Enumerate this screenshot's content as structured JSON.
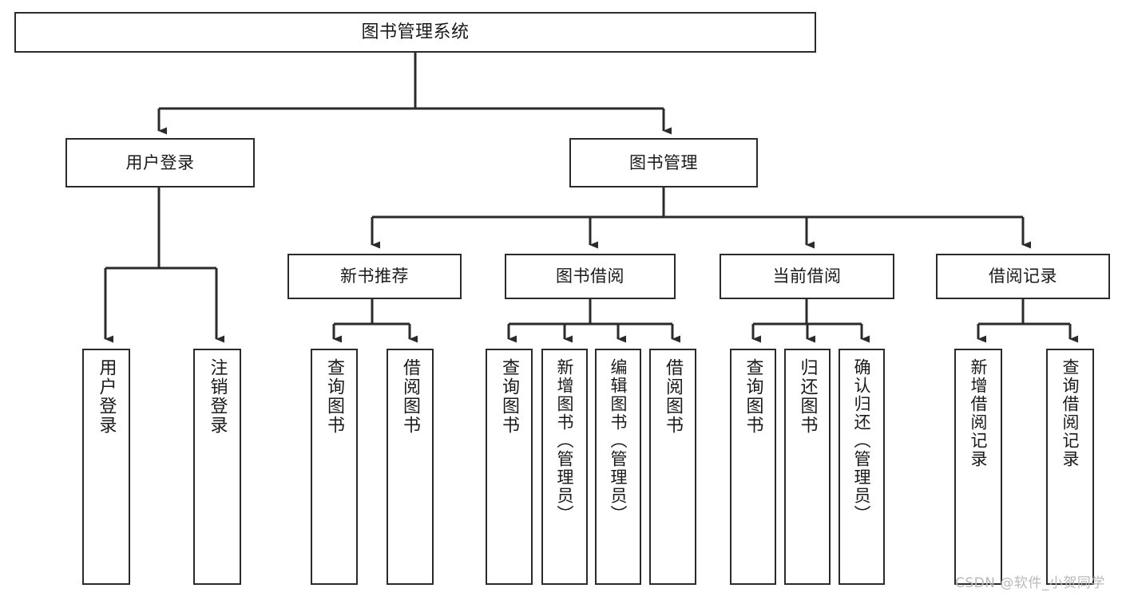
{
  "diagram": {
    "title": "图书管理系统",
    "type": "function-structure-tree",
    "watermark": "CSDN @软件_小贺同学",
    "colors": {
      "stroke": "#2b2b2b",
      "fill": "#ffffff",
      "text": "#1a1a1a",
      "watermark": "#b9b9b9"
    },
    "root": {
      "label": "图书管理系统"
    },
    "level2": [
      {
        "label": "用户登录"
      },
      {
        "label": "图书管理"
      }
    ],
    "level3": [
      {
        "label": "新书推荐"
      },
      {
        "label": "图书借阅"
      },
      {
        "label": "当前借阅"
      },
      {
        "label": "借阅记录"
      }
    ],
    "leaves": {
      "user_login": [
        {
          "label": "用户登录"
        },
        {
          "label": "注销登录"
        }
      ],
      "new_book": [
        {
          "label": "查询图书"
        },
        {
          "label": "借阅图书"
        }
      ],
      "book_borrow": [
        {
          "label": "查询图书"
        },
        {
          "label": "新增图书（管理员）"
        },
        {
          "label": "编辑图书（管理员）"
        },
        {
          "label": "借阅图书"
        }
      ],
      "current_borrow": [
        {
          "label": "查询图书"
        },
        {
          "label": "归还图书"
        },
        {
          "label": "确认归还（管理员）"
        }
      ],
      "borrow_record": [
        {
          "label": "新增借阅记录"
        },
        {
          "label": "查询借阅记录"
        }
      ]
    }
  }
}
